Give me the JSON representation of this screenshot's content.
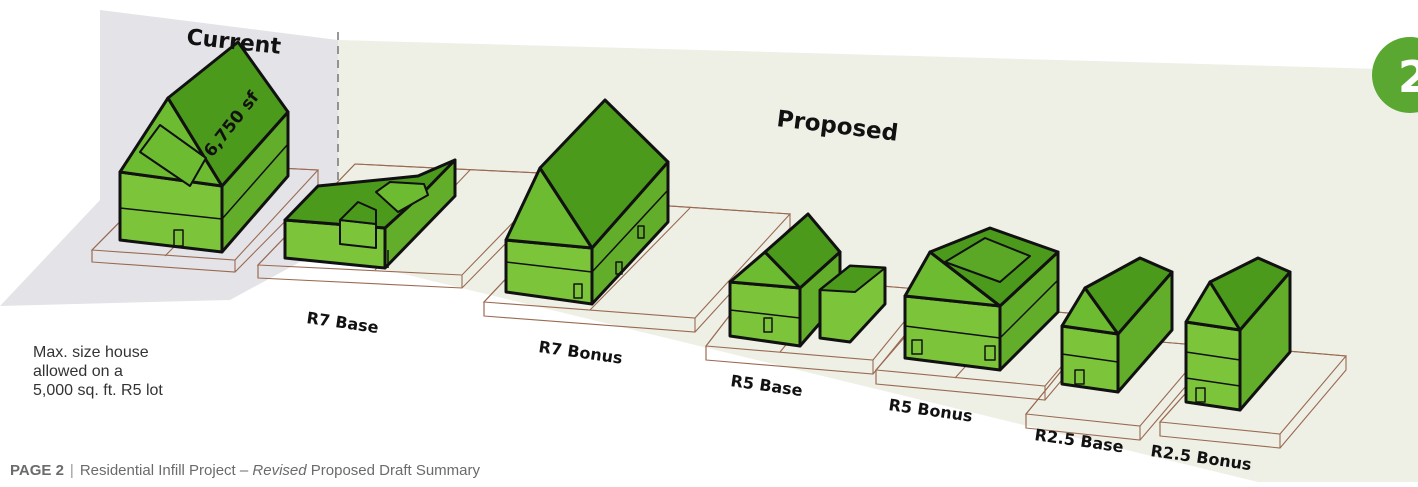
{
  "labels": {
    "current": "Current",
    "proposed": "Proposed",
    "area": "6,750 sf",
    "badge": "2"
  },
  "houses": [
    {
      "label": "Current"
    },
    {
      "label": "R7 Base"
    },
    {
      "label": "R7 Bonus"
    },
    {
      "label": "R5 Base"
    },
    {
      "label": "R5 Bonus"
    },
    {
      "label": "R2.5 Base"
    },
    {
      "label": "R2.5 Bonus"
    }
  ],
  "caption": {
    "line1": "Max. size house",
    "line2": "allowed on a",
    "line3": "5,000 sq. ft. R5 lot"
  },
  "footer": {
    "page": "PAGE 2",
    "separator": "|",
    "title_pre": "Residential Infill Project – ",
    "title_italic": "Revised",
    "title_post": " Proposed Draft Summary"
  },
  "colors": {
    "house_front": "#7cc53a",
    "house_side": "#62ad2a",
    "roof": "#4c9a1c",
    "lot_line": "#9a6a52",
    "proposed_bg": "#eef0e6",
    "current_bg": "#e4e4e8",
    "badge": "#5aa831"
  }
}
